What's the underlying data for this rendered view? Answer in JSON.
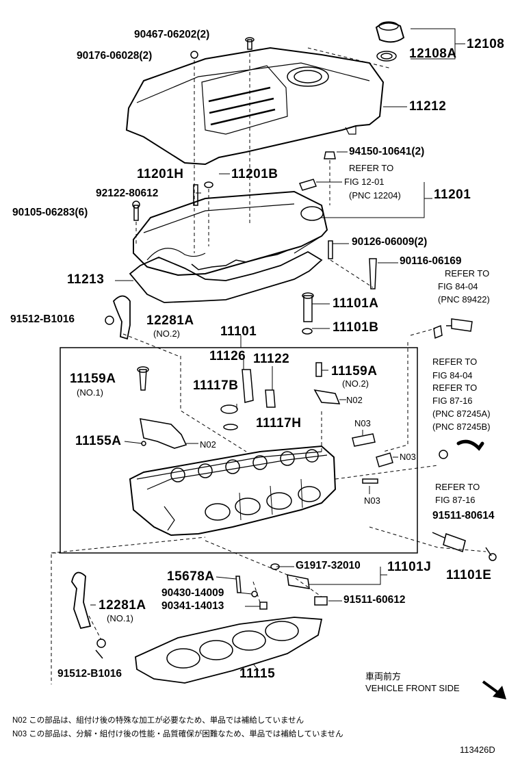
{
  "parts": {
    "p90467": "90467-06202(2)",
    "p90176": "90176-06028(2)",
    "p12108": "12108",
    "p12108A": "12108A",
    "p11212": "11212",
    "p94150": "94150-10641(2)",
    "p11201H": "11201H",
    "p11201B": "11201B",
    "p92122": "92122-80612",
    "p90105": "90105-06283(6)",
    "p11201": "11201",
    "p90126": "90126-06009(2)",
    "p90116": "90116-06169",
    "p11213": "11213",
    "p11101A": "11101A",
    "p11101B": "11101B",
    "p91512a": "91512-B1016",
    "p12281A_top": "12281A",
    "p11101": "11101",
    "p11126": "11126",
    "p11122": "11122",
    "p11117B": "11117B",
    "p11159A_left": "11159A",
    "p11159A_right": "11159A",
    "p11117H": "11117H",
    "p11155A": "11155A",
    "p91511_80614": "91511-80614",
    "p15678A": "15678A",
    "pG1917": "G1917-32010",
    "p11101J": "11101J",
    "p11101E": "11101E",
    "p90430": "90430-14009",
    "p90341": "90341-14013",
    "p91511_60612": "91511-60612",
    "p12281A_bottom": "12281A",
    "p91512b": "91512-B1016",
    "p11115": "11115"
  },
  "qualifiers": {
    "no2_a": "(NO.2)",
    "no1_a": "(NO.1)",
    "no2_b": "(NO.2)",
    "no1_b": "(NO.1)",
    "n02_a": "N02",
    "n02_b": "N02",
    "n03_a": "N03",
    "n03_b": "N03",
    "n03_c": "N03"
  },
  "refs": {
    "r1_line1": "REFER TO",
    "r1_line2": "FIG 12-01",
    "r1_line3": "(PNC 12204)",
    "r2_line1": "REFER TO",
    "r2_line2": "FIG 84-04",
    "r2_line3": "(PNC 89422)",
    "r3_line1": "REFER TO",
    "r3_line2": "FIG 84-04",
    "r4_line1": "REFER TO",
    "r4_line2": "FIG 87-16",
    "r4_line3": "(PNC 87245A)",
    "r4_line4": "(PNC 87245B)",
    "r5_line1": "REFER TO",
    "r5_line2": "FIG 87-16"
  },
  "front": {
    "jp": "車両前方",
    "en": "VEHICLE FRONT SIDE"
  },
  "notes": {
    "n02": "N02  この部品は、組付け後の特殊な加工が必要なため、単品では補給していません",
    "n03": "N03  この部品は、分解・組付け後の性能・品質確保が困難なため、単品では補給していません"
  },
  "figure_id": "113426D"
}
